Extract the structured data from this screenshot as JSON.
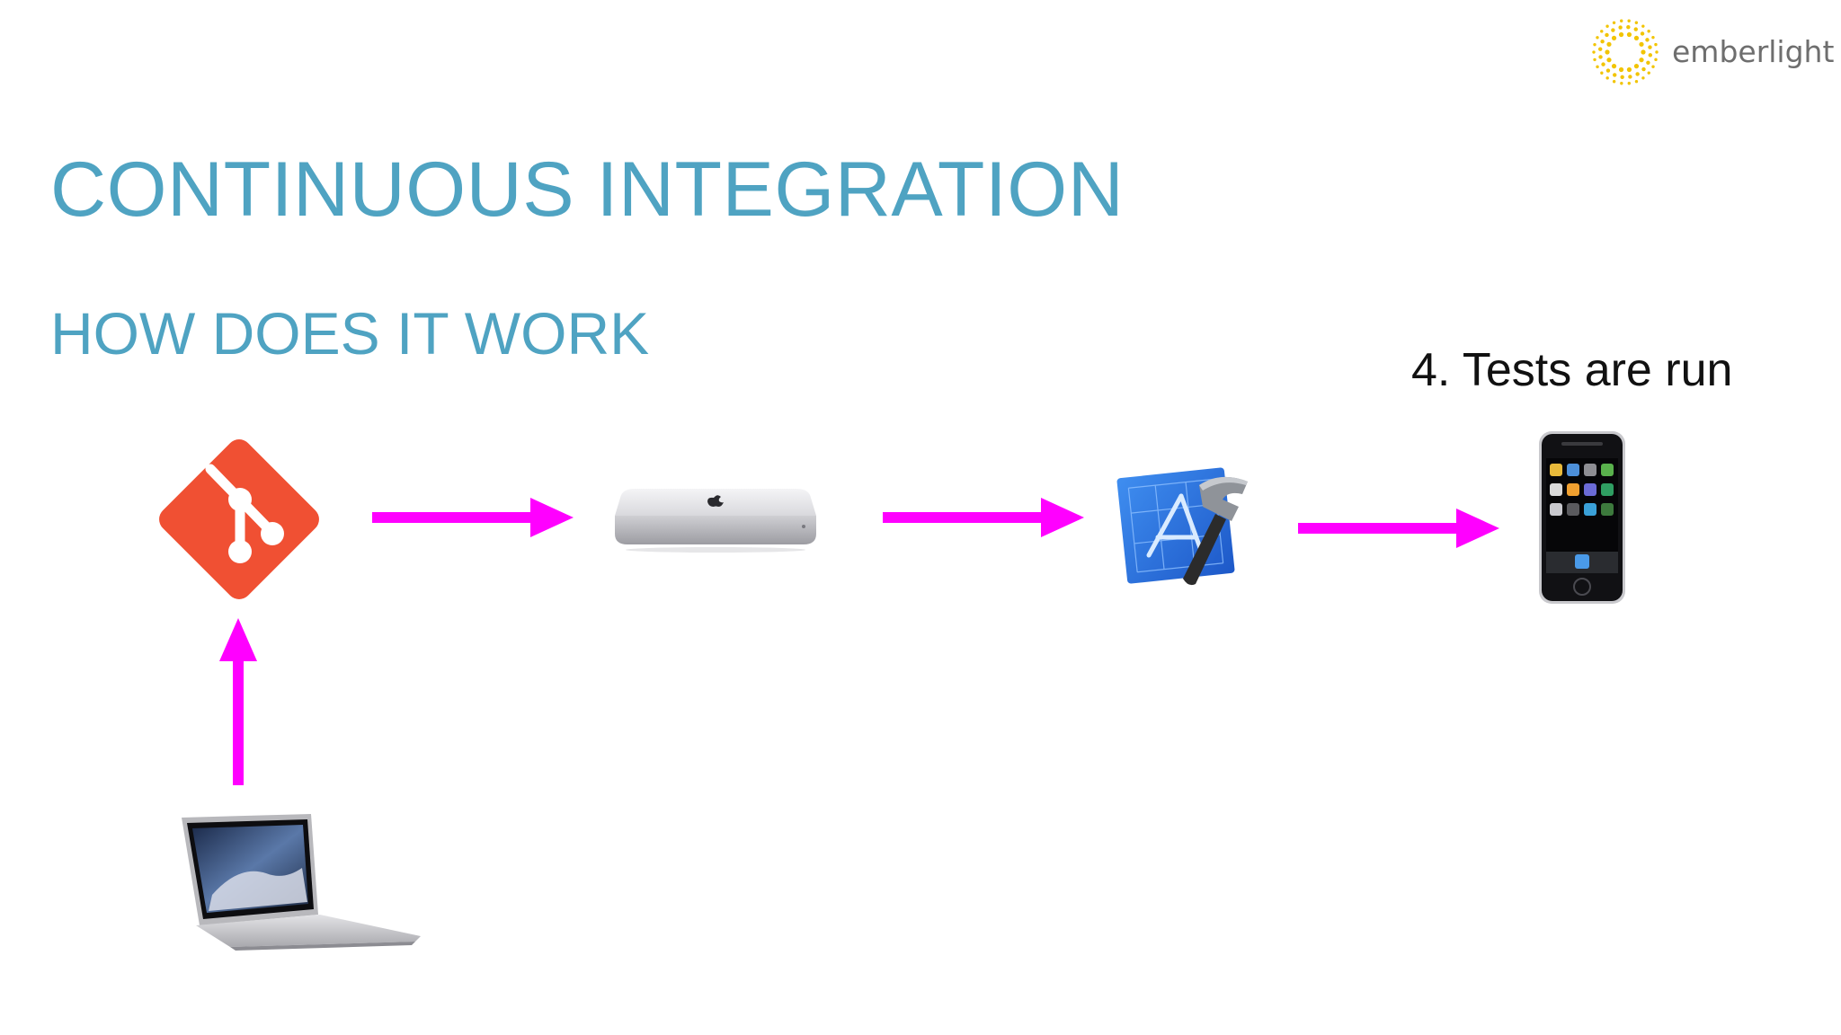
{
  "slide": {
    "title": "CONTINUOUS INTEGRATION",
    "subtitle": "HOW DOES IT WORK",
    "step_label": "4. Tests are run"
  },
  "brand": {
    "name": "emberlight",
    "mark_color": "#f2c400"
  },
  "diagram": {
    "arrow_color": "#ff00ff",
    "nodes": [
      {
        "id": "git",
        "icon": "git-logo-icon",
        "color": "#f05033"
      },
      {
        "id": "build-server",
        "icon": "mac-mini-icon"
      },
      {
        "id": "xcode",
        "icon": "xcode-icon"
      },
      {
        "id": "device",
        "icon": "iphone-icon"
      },
      {
        "id": "developer",
        "icon": "laptop-icon"
      }
    ],
    "edges": [
      {
        "from": "developer",
        "to": "git"
      },
      {
        "from": "git",
        "to": "build-server"
      },
      {
        "from": "build-server",
        "to": "xcode"
      },
      {
        "from": "xcode",
        "to": "device"
      }
    ]
  }
}
